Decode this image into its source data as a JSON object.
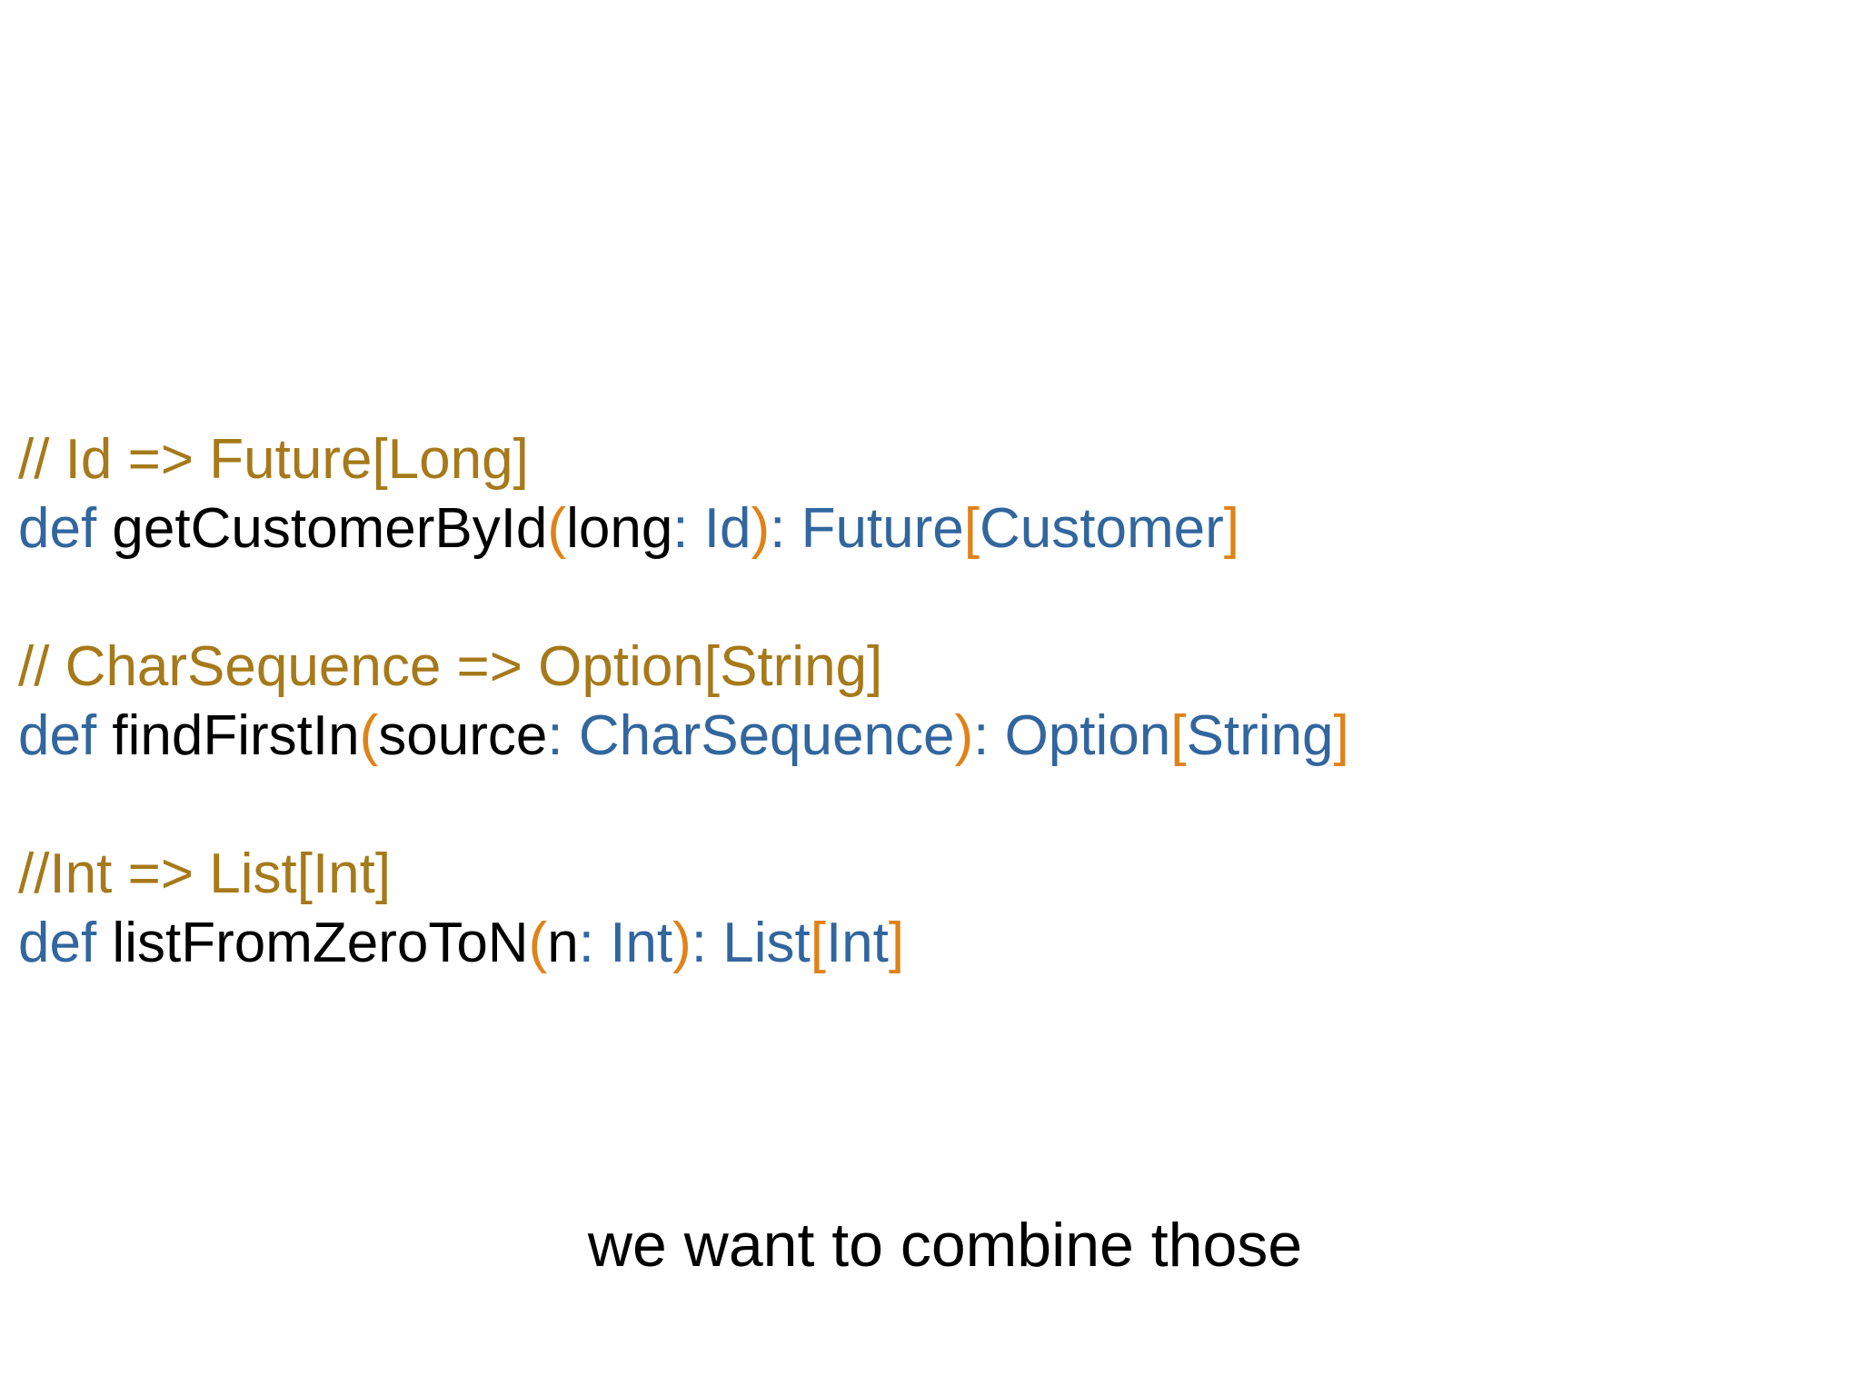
{
  "colors": {
    "background": "#ffffff",
    "comment": "#A6791A",
    "keyword": "#31669E",
    "type": "#31669E",
    "plain": "#000000",
    "bracket": "#E08218",
    "caption": "#000000"
  },
  "caption": {
    "text": "we want to combine those"
  },
  "code": {
    "blocks": [
      {
        "comment": "// Id => Future[Long]",
        "signature": [
          {
            "text": "def ",
            "role": "keyword"
          },
          {
            "text": "getCustomerById",
            "role": "plain"
          },
          {
            "text": "(",
            "role": "bracket"
          },
          {
            "text": "long",
            "role": "plain"
          },
          {
            "text": ": ",
            "role": "type"
          },
          {
            "text": "Id",
            "role": "type"
          },
          {
            "text": ")",
            "role": "bracket"
          },
          {
            "text": ": ",
            "role": "type"
          },
          {
            "text": "Future",
            "role": "type"
          },
          {
            "text": "[",
            "role": "bracket"
          },
          {
            "text": "Customer",
            "role": "type"
          },
          {
            "text": "]",
            "role": "bracket"
          }
        ]
      },
      {
        "comment": "// CharSequence => Option[String]",
        "signature": [
          {
            "text": "def ",
            "role": "keyword"
          },
          {
            "text": "findFirstIn",
            "role": "plain"
          },
          {
            "text": "(",
            "role": "bracket"
          },
          {
            "text": "source",
            "role": "plain"
          },
          {
            "text": ": ",
            "role": "type"
          },
          {
            "text": "CharSequence",
            "role": "type"
          },
          {
            "text": ")",
            "role": "bracket"
          },
          {
            "text": ": ",
            "role": "type"
          },
          {
            "text": "Option",
            "role": "type"
          },
          {
            "text": "[",
            "role": "bracket"
          },
          {
            "text": "String",
            "role": "type"
          },
          {
            "text": "]",
            "role": "bracket"
          }
        ]
      },
      {
        "comment": "//Int => List[Int]",
        "signature": [
          {
            "text": "def ",
            "role": "keyword"
          },
          {
            "text": "listFromZeroToN",
            "role": "plain"
          },
          {
            "text": "(",
            "role": "bracket"
          },
          {
            "text": "n",
            "role": "plain"
          },
          {
            "text": ": ",
            "role": "type"
          },
          {
            "text": "Int",
            "role": "type"
          },
          {
            "text": ")",
            "role": "bracket"
          },
          {
            "text": ": ",
            "role": "type"
          },
          {
            "text": "List",
            "role": "type"
          },
          {
            "text": "[",
            "role": "bracket"
          },
          {
            "text": "Int",
            "role": "type"
          },
          {
            "text": "]",
            "role": "bracket"
          }
        ]
      }
    ]
  }
}
